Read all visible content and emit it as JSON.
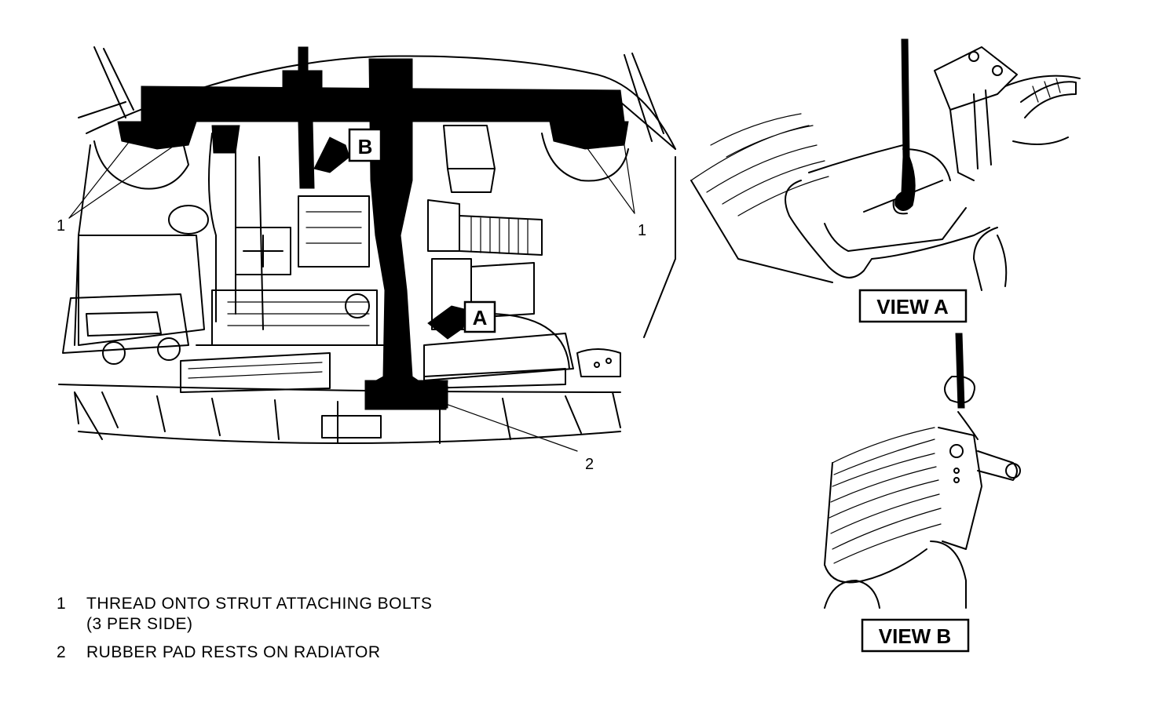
{
  "callouts": {
    "strut_left": "1",
    "strut_right": "1",
    "rubber_pad": "2"
  },
  "view_markers": {
    "a": "A",
    "b": "B"
  },
  "views": {
    "a_label": "VIEW A",
    "b_label": "VIEW B"
  },
  "legend": {
    "item1_number": "1",
    "item1_line1": "THREAD ONTO STRUT ATTACHING BOLTS",
    "item1_line2": "(3 PER SIDE)",
    "item2_number": "2",
    "item2_text": "RUBBER PAD RESTS ON RADIATOR"
  }
}
